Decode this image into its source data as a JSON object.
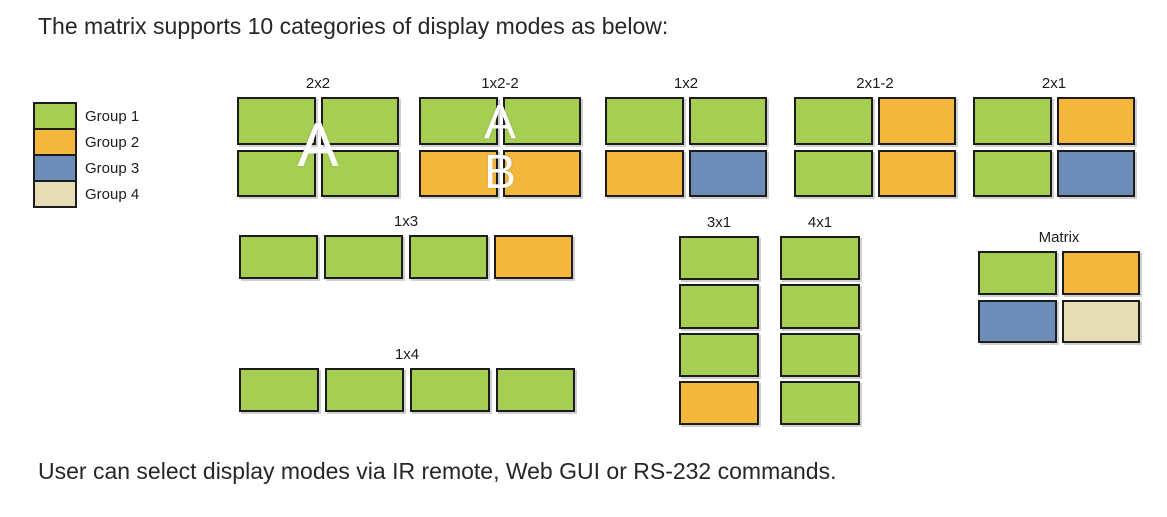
{
  "page": {
    "intro_text": "The matrix supports 10 categories of display modes as below:",
    "footer_text": "User can select display modes via IR remote, Web GUI or RS-232 commands."
  },
  "colors": {
    "group1": "#A6CE53",
    "group2": "#F4B73D",
    "group3": "#6B8DB7",
    "group4": "#E6DCB5"
  },
  "legend": {
    "items": [
      {
        "label": "Group 1",
        "color": "group1"
      },
      {
        "label": "Group 2",
        "color": "group2"
      },
      {
        "label": "Group 3",
        "color": "group3"
      },
      {
        "label": "Group 4",
        "color": "group4"
      }
    ]
  },
  "modes": {
    "m2x2": {
      "label": "2x2",
      "cells": [
        "group1",
        "group1",
        "group1",
        "group1"
      ],
      "overlays": [
        {
          "text": "A",
          "position": "center"
        }
      ]
    },
    "m1x2_2": {
      "label": "1x2-2",
      "cells": [
        "group1",
        "group1",
        "group2",
        "group2"
      ],
      "overlays": [
        {
          "text": "A",
          "position": "top-center"
        },
        {
          "text": "B",
          "position": "bottom-center"
        }
      ]
    },
    "m1x2": {
      "label": "1x2",
      "cells": [
        "group1",
        "group1",
        "group2",
        "group3"
      ],
      "overlays": []
    },
    "m2x1_2": {
      "label": "2x1-2",
      "cells": [
        "group1",
        "group2",
        "group1",
        "group2"
      ],
      "overlays": []
    },
    "m2x1": {
      "label": "2x1",
      "cells": [
        "group1",
        "group2",
        "group1",
        "group3"
      ],
      "overlays": []
    },
    "m1x3": {
      "label": "1x3",
      "cells": [
        "group1",
        "group1",
        "group1",
        "group2"
      ],
      "overlays": []
    },
    "m3x1": {
      "label": "3x1",
      "cells": [
        "group1",
        "group1",
        "group1",
        "group2"
      ],
      "overlays": []
    },
    "m4x1": {
      "label": "4x1",
      "cells": [
        "group1",
        "group1",
        "group1",
        "group1"
      ],
      "overlays": []
    },
    "mMatrix": {
      "label": "Matrix",
      "cells": [
        "group1",
        "group2",
        "group3",
        "group4"
      ],
      "overlays": []
    },
    "m1x4": {
      "label": "1x4",
      "cells": [
        "group1",
        "group1",
        "group1",
        "group1"
      ],
      "overlays": []
    }
  }
}
